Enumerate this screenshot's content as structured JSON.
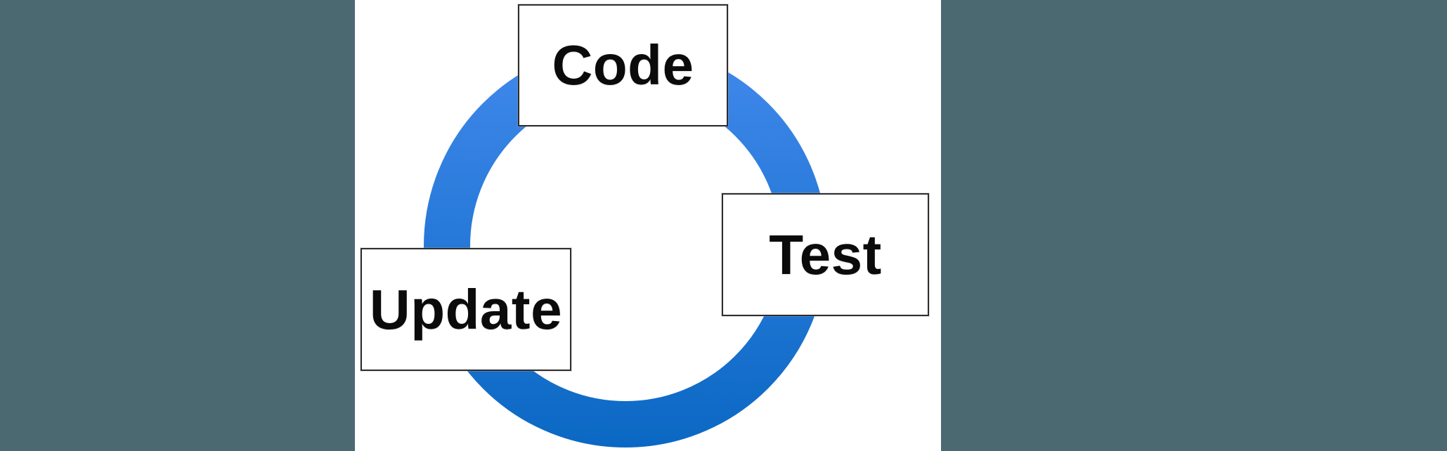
{
  "diagram": {
    "type": "cycle",
    "nodes": [
      {
        "id": "code",
        "label": "Code"
      },
      {
        "id": "test",
        "label": "Test"
      },
      {
        "id": "update",
        "label": "Update"
      }
    ]
  },
  "colors": {
    "backdrop": "#4b6971",
    "panel": "#ffffff",
    "ring_top": "#4189ec",
    "ring_bottom": "#0a68c3",
    "node_fill": "#ffffff",
    "node_border": "#2d2d2d",
    "node_text": "#0b0b0b"
  }
}
